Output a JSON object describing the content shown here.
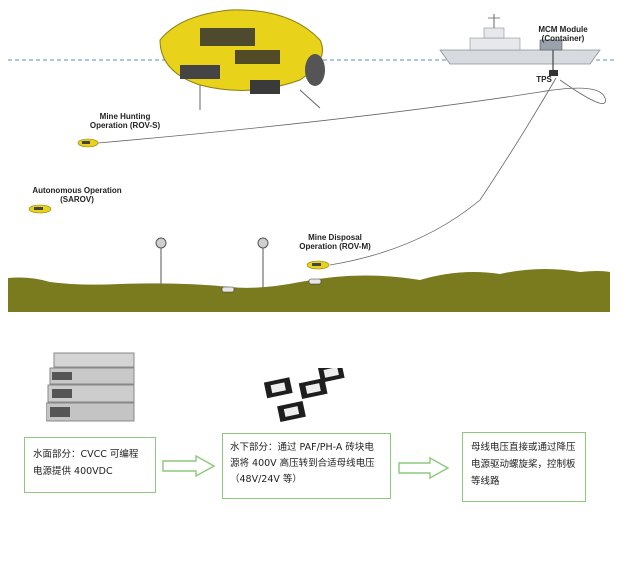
{
  "scene": {
    "labels": {
      "mcm_module_line1": "MCM Module",
      "mcm_module_line2": "(Container)",
      "tps": "TPS",
      "mine_hunting_line1": "Mine Hunting",
      "mine_hunting_line2": "Operation (ROV-S)",
      "autonomous_line1": "Autonomous Operation",
      "autonomous_line2": "(SAROV)",
      "mine_disposal_line1": "Mine Disposal",
      "mine_disposal_line2": "Operation (ROV-M)"
    },
    "colors": {
      "seabed": "#7a7a1e",
      "water_line": "#7aa3c8",
      "vehicle_yellow": "#e8d21a",
      "box_border": "#8cc97a"
    }
  },
  "flow": {
    "box1": "水面部分：CVCC 可编程电源提供 400VDC",
    "box2": "水下部分：通过 PAF/PH-A 砖块电源将 400V 高压转到合适母线电压（48V/24V 等）",
    "box3": "母线电压直接或通过降压电源驱动螺旋桨，控制板等线路"
  }
}
